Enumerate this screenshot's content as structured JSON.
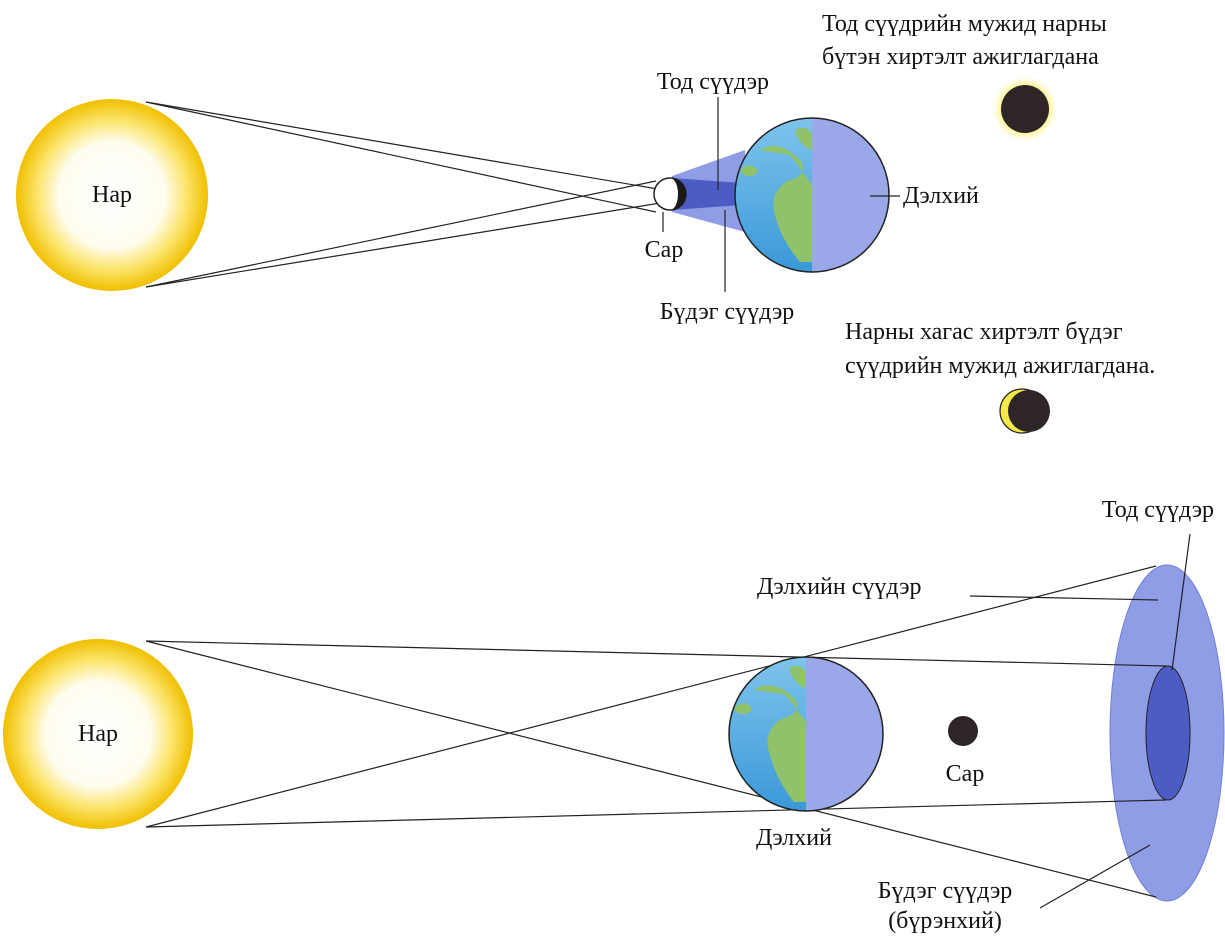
{
  "solar_eclipse": {
    "sun_label": "Нар",
    "moon_label": "Сар",
    "earth_label": "Дэлхий",
    "umbra_label": "Тод сүүдэр",
    "penumbra_label": "Бүдэг сүүдэр",
    "total_note_line1": "Тод сүүдрийн мужид нарны",
    "total_note_line2": "бүтэн хиртэлт ажиглагдана",
    "partial_note_line1": "Нарны хагас хиртэлт бүдэг",
    "partial_note_line2": "сүүдрийн мужид ажиглагдана."
  },
  "lunar_eclipse": {
    "sun_label": "Нар",
    "earth_label": "Дэлхий",
    "moon_label": "Сар",
    "umbra_label": "Тод сүүдэр",
    "earth_shadow_label": "Дэлхийн сүүдэр",
    "penumbra_label_line1": "Бүдэг сүүдэр",
    "penumbra_label_line2": "(бүрэнхий)"
  },
  "colors": {
    "sun_core": "#ffffff",
    "sun_rim": "#f2c200",
    "shadow_light": "#8f9de6",
    "shadow_dark": "#4c5cc4",
    "ocean": "#5aaee0",
    "land": "#8fc26a",
    "night_side": "#9aa8ea",
    "moon_dark": "#2e2626"
  }
}
